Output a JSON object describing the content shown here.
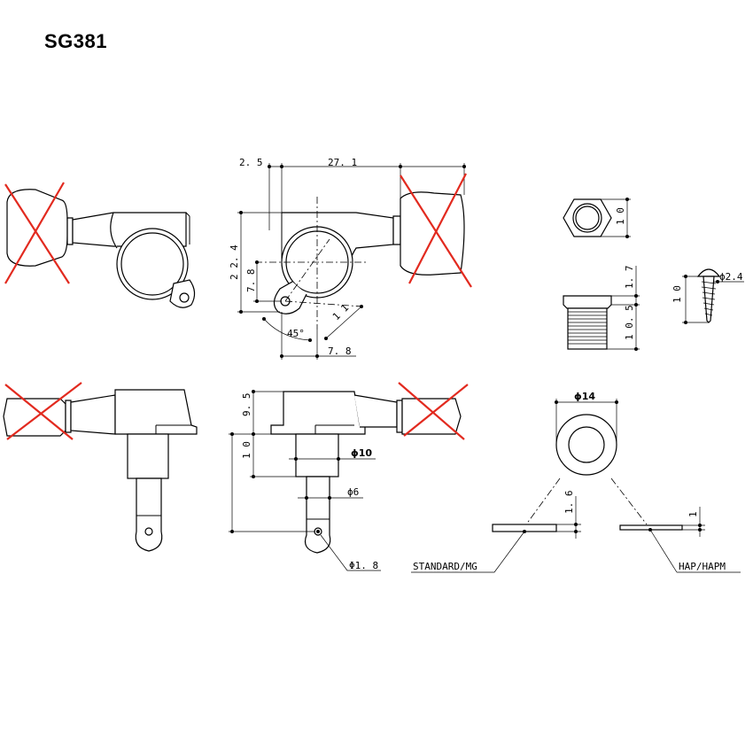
{
  "title": "SG381",
  "dims": {
    "d_2_5": "2. 5",
    "d_27_1": "27. 1",
    "d_22_4": "2 2. 4",
    "d_7_8v": "7. 8",
    "d_11": "1 1",
    "d_45": "45°",
    "d_7_8h": "7. 8",
    "d_10_hex": "1 0",
    "d_1_7": "1. 7",
    "d_10_5": "1 0. 5",
    "d_phi_2_4": "ϕ2.4",
    "d_10_screw": "1 0",
    "d_9_5": "9. 5",
    "d_10_post": "1 0",
    "d_phi_10": "ϕ10",
    "d_phi_6": "ϕ6",
    "d_phi_1_8": "Φ1. 8",
    "d_phi_14": "ϕ14",
    "d_1_6": "1. 6",
    "d_1": "1"
  },
  "labels": {
    "standard": "STANDARD/MG",
    "hap": "HAP/HAPM"
  },
  "colors": {
    "ink": "#000000",
    "cross": "#e22a1f"
  }
}
